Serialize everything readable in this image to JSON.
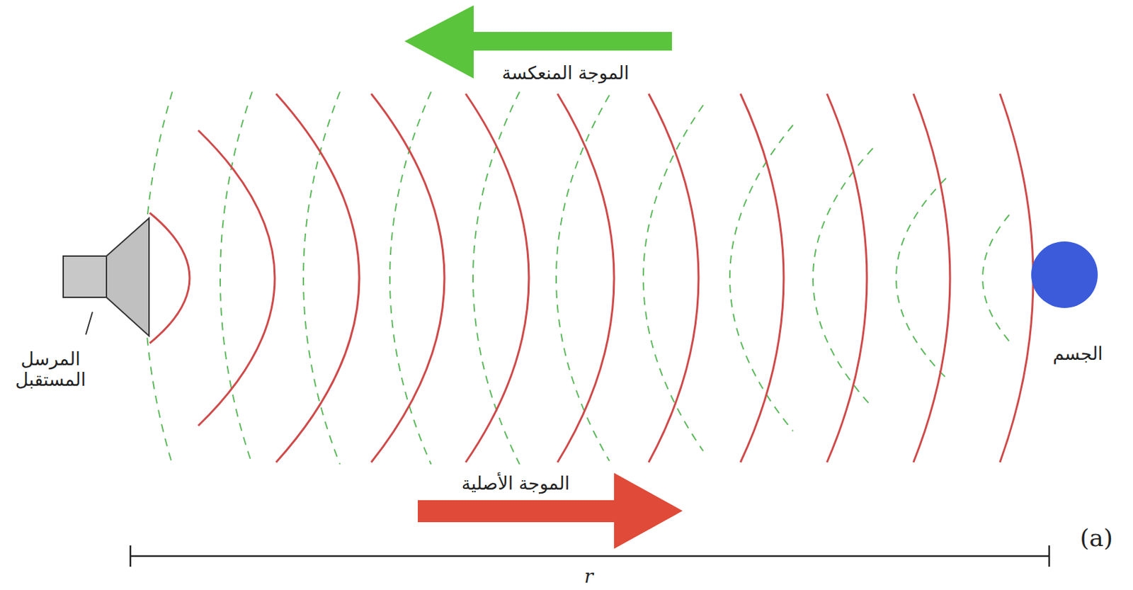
{
  "diagram": {
    "labels": [
      "الموجة المنعكسة",
      "المرسل المستقبل",
      "الجسم",
      "الموجة الأصلية",
      "(a)",
      "r"
    ]
  }
}
